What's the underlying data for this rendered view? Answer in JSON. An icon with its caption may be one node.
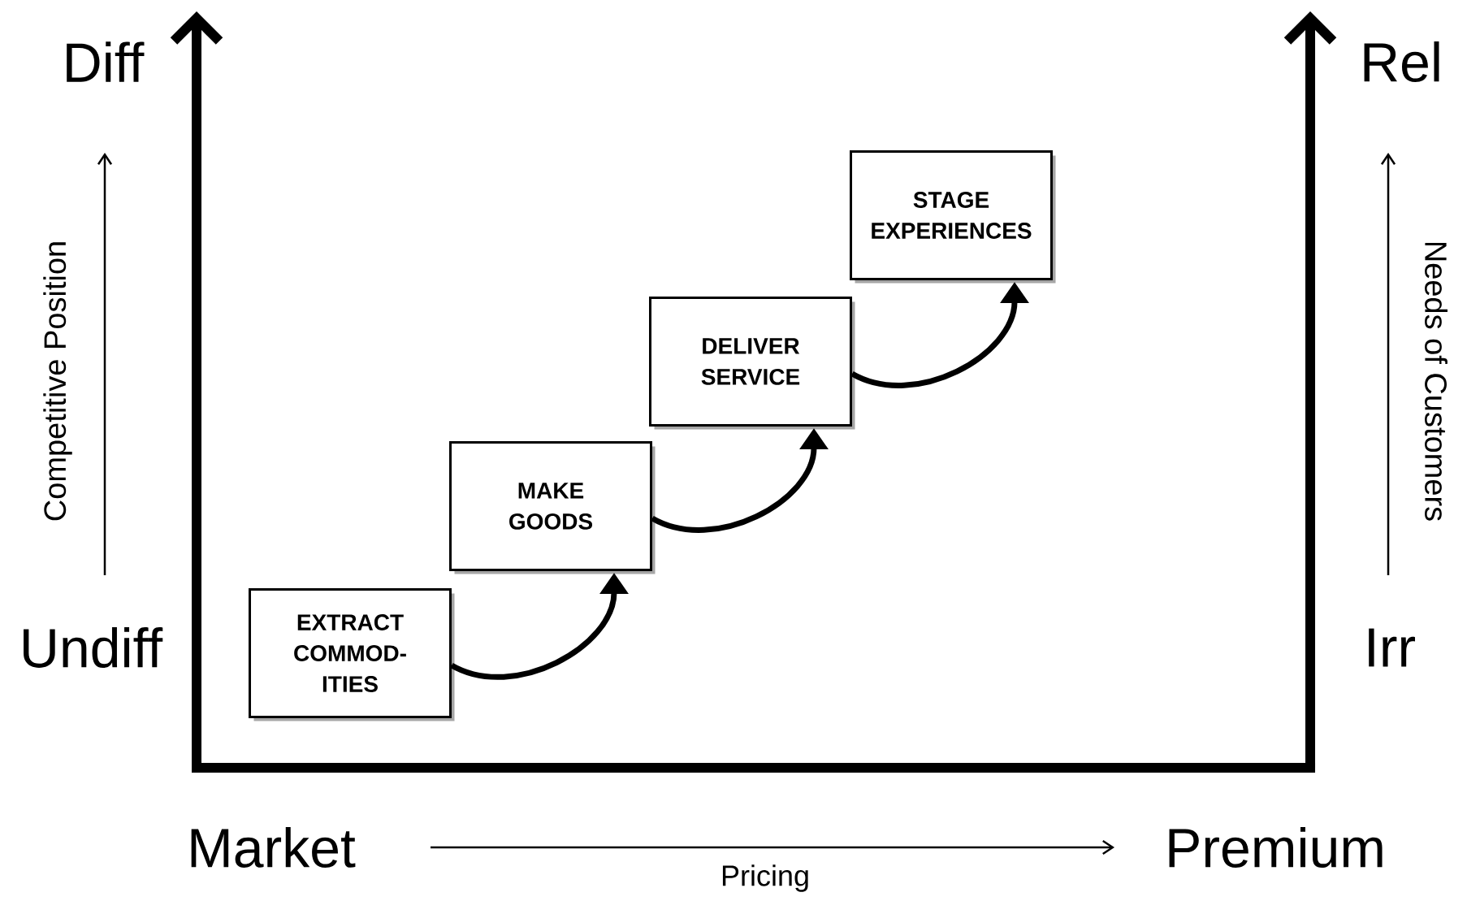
{
  "diagram": {
    "nodes": [
      {
        "text": [
          "EXTRACT COMMOD- ITIES"
        ]
      },
      {
        "text": [
          "MAKE GOODS"
        ]
      },
      {
        "text": [
          "DELIVER SERVICE"
        ]
      },
      {
        "text": [
          "STAGE EXPERIENCES"
        ]
      }
    ],
    "edges": [
      {
        "from": 0,
        "to": 1,
        "arrow": "to"
      },
      {
        "from": 1,
        "to": 2,
        "arrow": "to"
      },
      {
        "from": 2,
        "to": 3,
        "arrow": "to"
      }
    ],
    "labels": [
      "Diff",
      "Rel",
      "Competitive Position",
      "Needs of Customers",
      "Undiff",
      "Irr",
      "Market",
      "Premium",
      "Pricing"
    ]
  }
}
